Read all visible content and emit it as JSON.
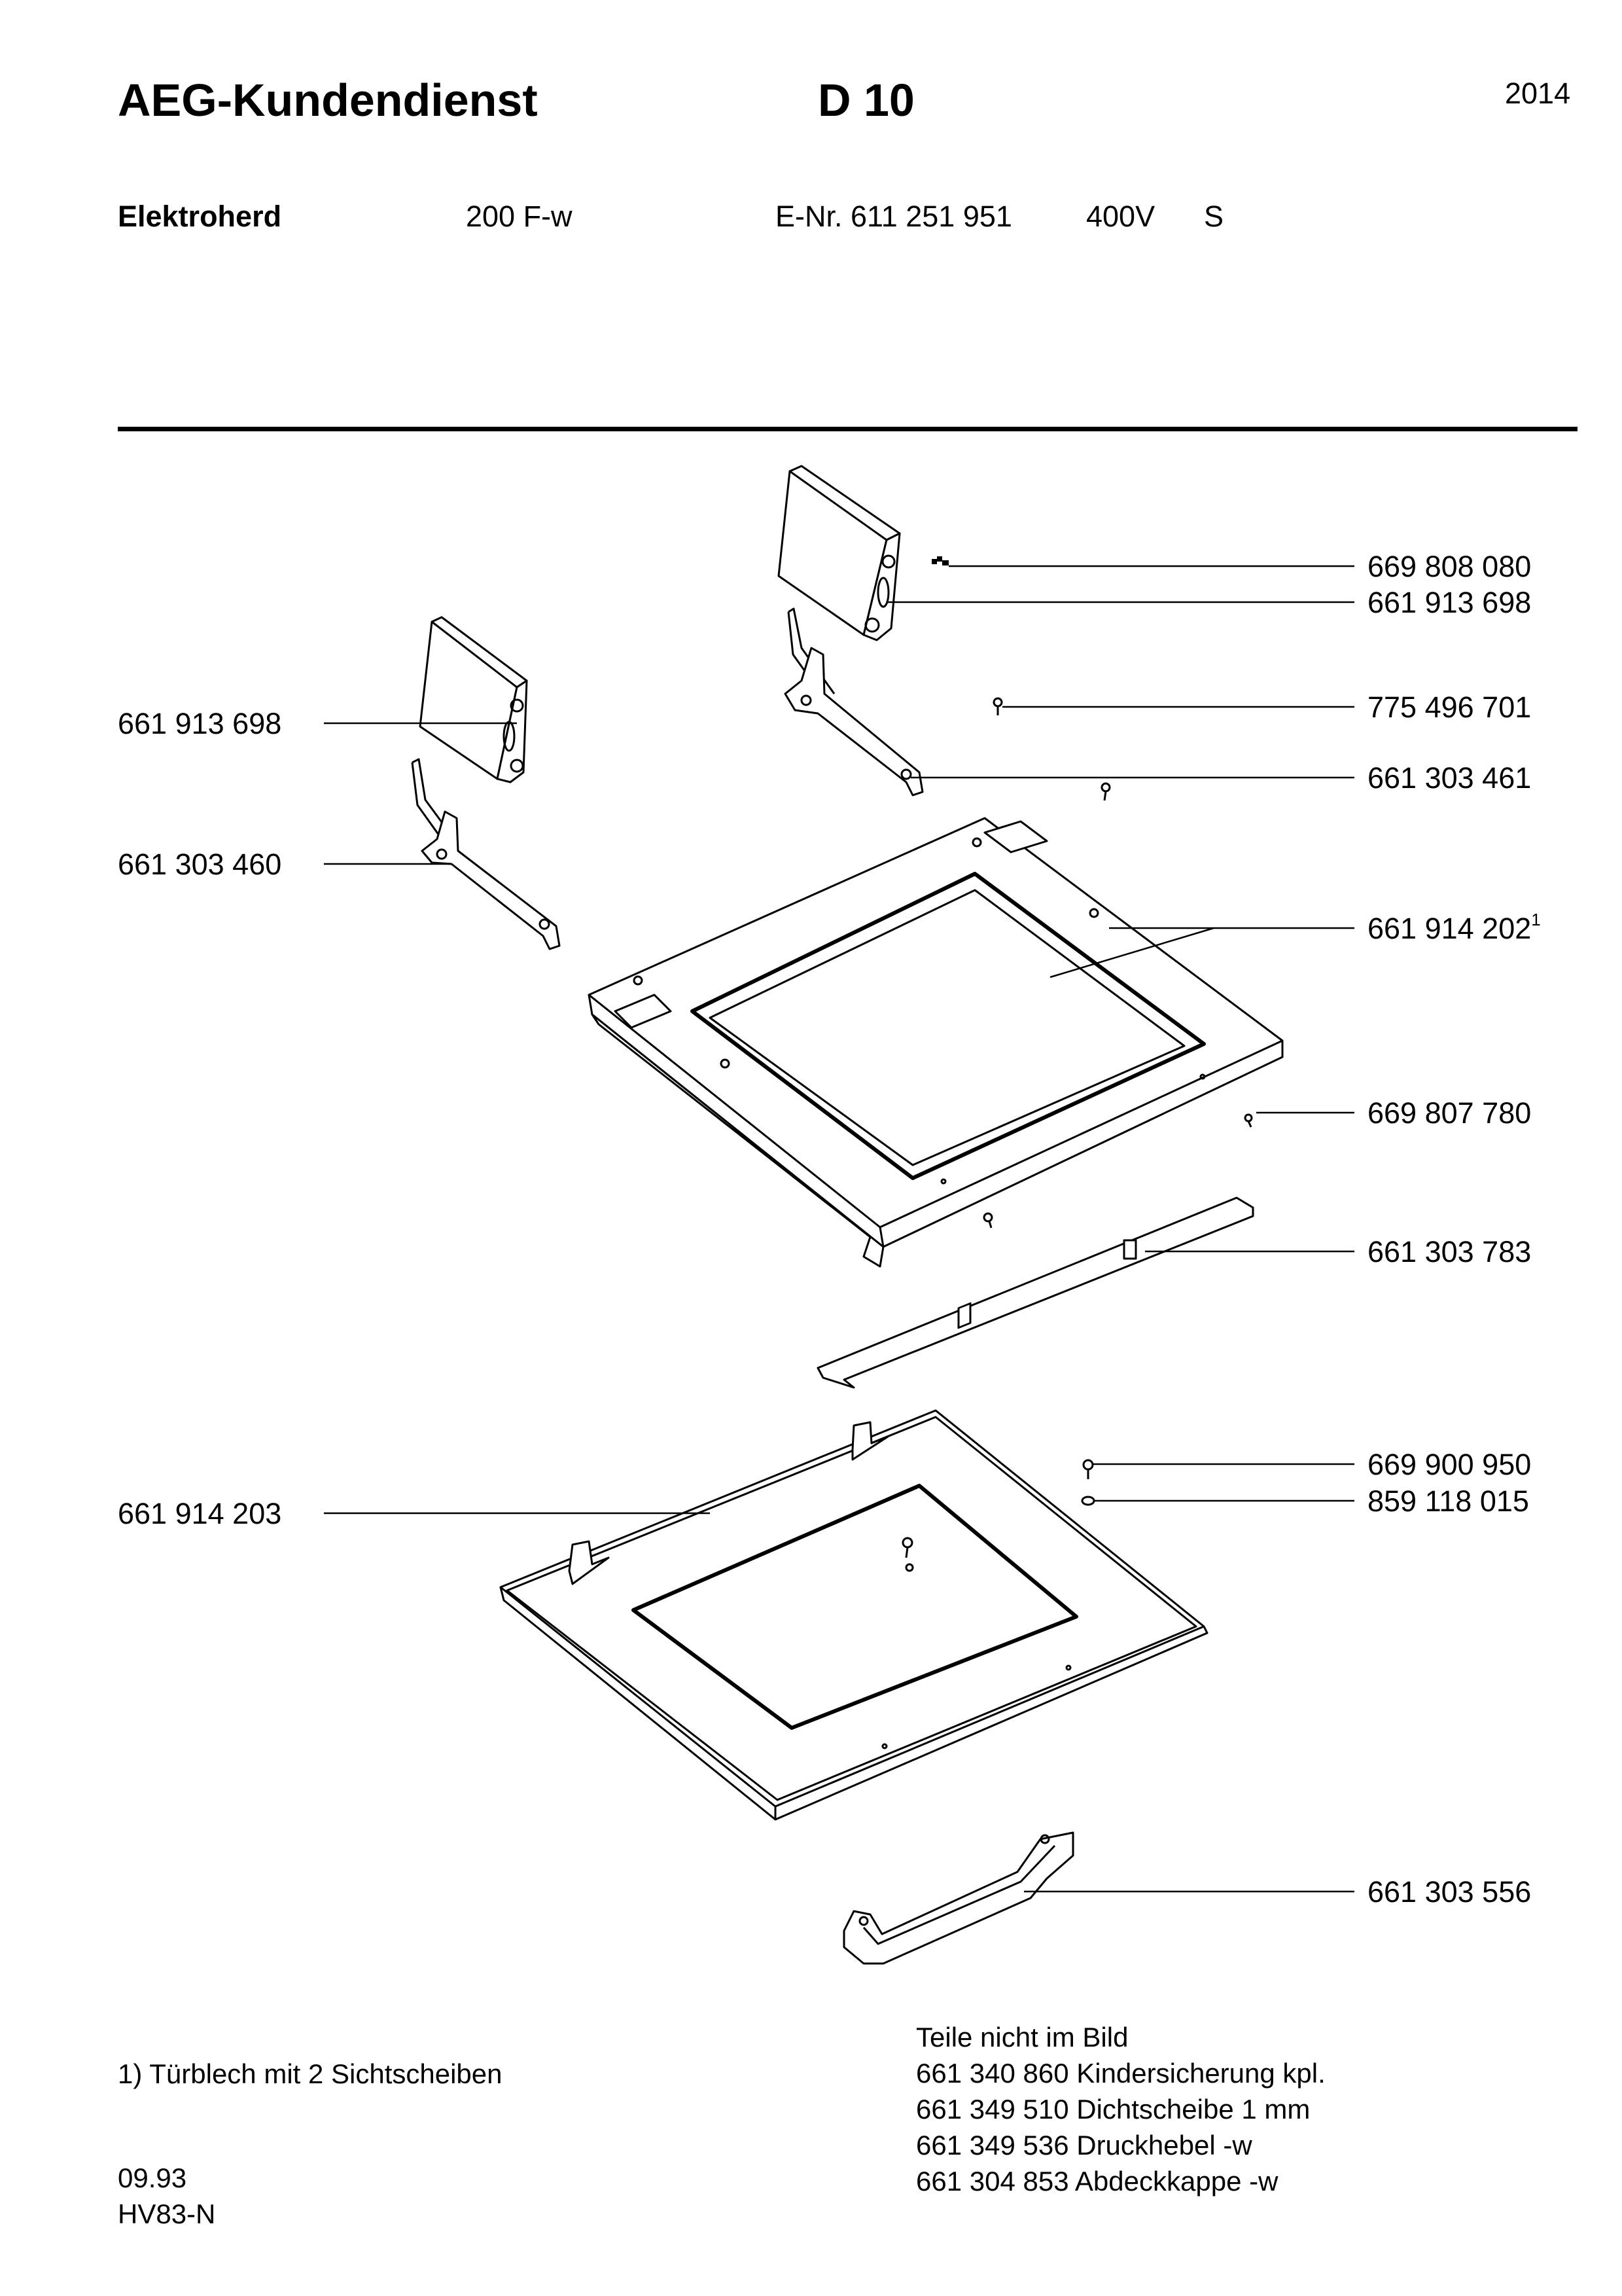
{
  "header": {
    "brand": "AEG-Kundendienst",
    "page_code": "D 10",
    "number": "2014"
  },
  "product": {
    "type": "Elektroherd",
    "model": "200 F-w",
    "enr": "E-Nr. 611 251 951",
    "voltage": "400V",
    "variant": "S"
  },
  "parts": {
    "p1": "669 808 080",
    "p2": "661 913 698",
    "p3": "775 496 701",
    "p4": "661 303 461",
    "p5": "661 914 202",
    "p5_note": "1",
    "p6": "669 807 780",
    "p7": "661 303 783",
    "p8": "669 900 950",
    "p9": "859 118 015",
    "p10": "661 303 556",
    "p11": "661 913 698",
    "p12": "661 303 460",
    "p13": "661 914 203"
  },
  "footnote": "1) Türblech mit 2 Sichtscheiben",
  "not_shown": {
    "title": "Teile nicht im Bild",
    "items": [
      "661 340 860 Kindersicherung kpl.",
      "661 349 510 Dichtscheibe 1 mm",
      "661 349 536 Druckhebel -w",
      "661 304 853 Abdeckkappe -w"
    ]
  },
  "footer": {
    "date": "09.93",
    "code": "HV83-N"
  }
}
